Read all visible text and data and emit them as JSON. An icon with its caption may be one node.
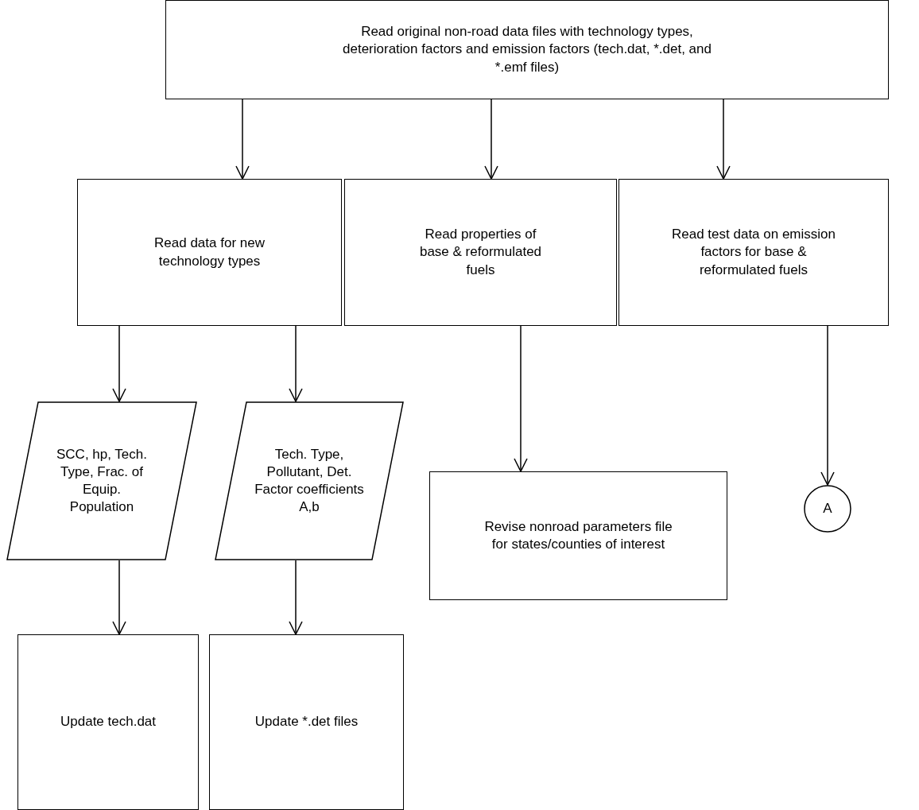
{
  "diagram": {
    "nodes": [
      {
        "text": [
          "Read original non-road data files with technology types, deterioration factors and emission factors (tech.dat, *.det, and *.emf files)"
        ]
      },
      {
        "text": [
          "Read data for new technology types"
        ]
      },
      {
        "text": [
          "Read properties of base & reformulated fuels"
        ]
      },
      {
        "text": [
          "Read test data on emission factors for base & reformulated fuels"
        ]
      },
      {
        "text": [
          "SCC, hp, Tech. Type, Frac. of Equip. Population"
        ]
      },
      {
        "text": [
          "Tech. Type, Pollutant, Det. Factor coefficients A,b"
        ]
      },
      {
        "text": [
          "Revise nonroad parameters file for states/counties of interest"
        ]
      },
      {
        "text": [
          "A"
        ]
      },
      {
        "text": [
          "Update tech.dat"
        ]
      },
      {
        "text": [
          "Update *.det files"
        ]
      }
    ],
    "edges": [
      {
        "from": 0,
        "to": 1,
        "arrow": "to"
      },
      {
        "from": 0,
        "to": 2,
        "arrow": "to"
      },
      {
        "from": 0,
        "to": 3,
        "arrow": "to"
      },
      {
        "from": 1,
        "to": 4,
        "arrow": "to"
      },
      {
        "from": 1,
        "to": 5,
        "arrow": "to"
      },
      {
        "from": 2,
        "to": 6,
        "arrow": "to"
      },
      {
        "from": 3,
        "to": 7,
        "arrow": "to"
      },
      {
        "from": 4,
        "to": 8,
        "arrow": "to"
      },
      {
        "from": 5,
        "to": 9,
        "arrow": "to"
      }
    ]
  }
}
